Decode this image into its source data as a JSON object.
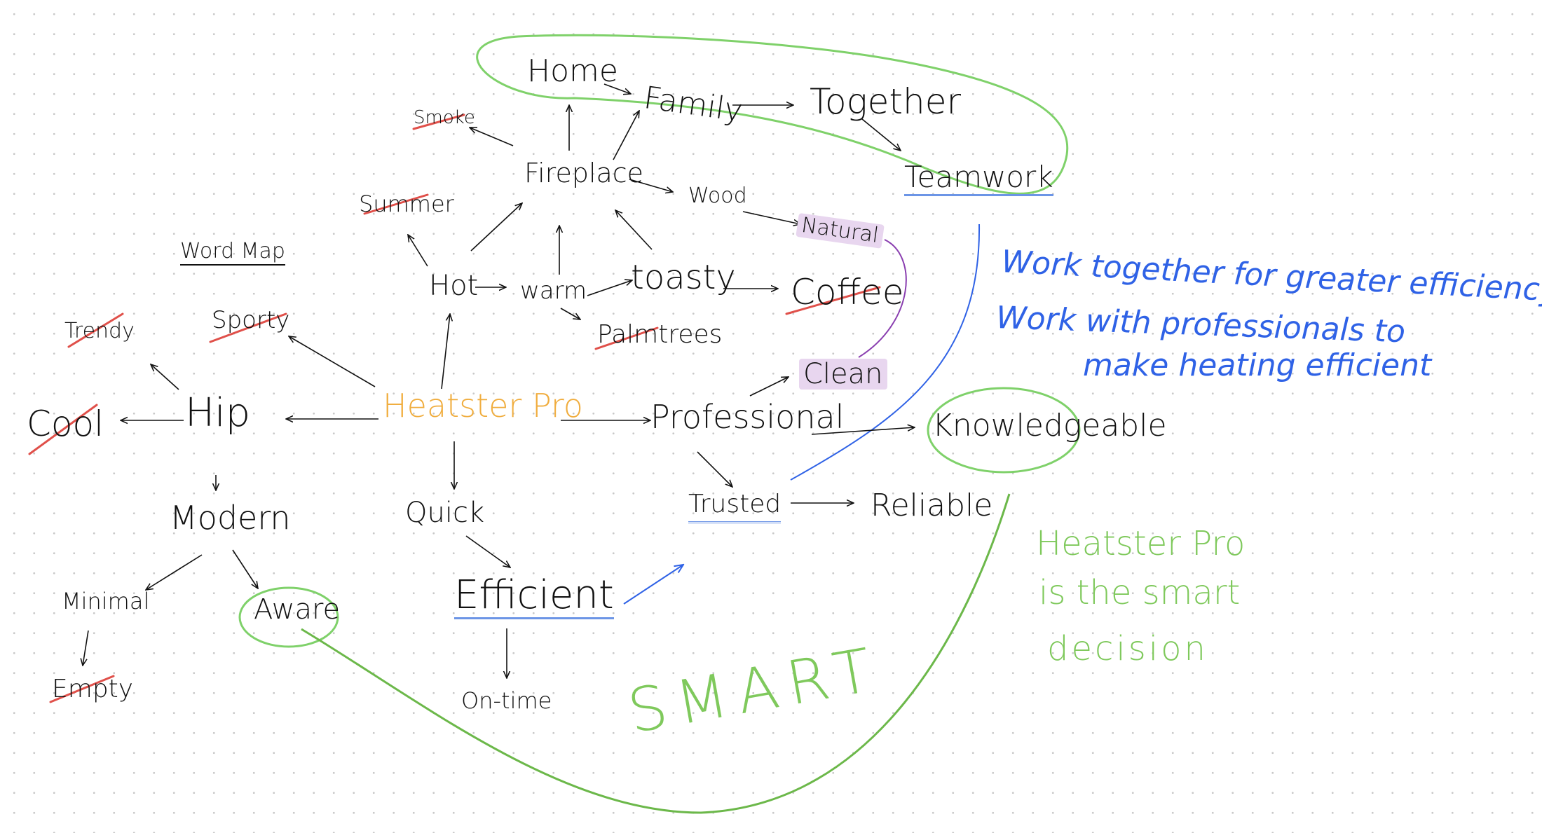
{
  "title": "Word Map",
  "center": "Heatster Pro",
  "words": {
    "home": "Home",
    "family": "Family",
    "together": "Together",
    "teamwork": "Teamwork",
    "smoke": "Smoke",
    "fireplace": "Fireplace",
    "wood": "Wood",
    "natural": "Natural",
    "summer": "Summer",
    "hot": "Hot",
    "warm": "warm",
    "toasty": "toasty",
    "coffee": "Coffee",
    "palmtrees": "Palmtrees",
    "trendy": "Trendy",
    "sporty": "Sporty",
    "hip": "Hip",
    "cool": "Cool",
    "professional": "Professional",
    "clean": "Clean",
    "knowledgeable": "Knowledgeable",
    "trusted": "Trusted",
    "reliable": "Reliable",
    "modern": "Modern",
    "quick": "Quick",
    "efficient": "Efficient",
    "minimal": "Minimal",
    "aware": "Aware",
    "empty": "Empty",
    "on_time": "On-time",
    "smart": "SMART"
  },
  "notes": {
    "blue_1": "Work together for greater efficiency",
    "blue_2": "Work with professionals to",
    "blue_3": "make heating efficient",
    "green_1": "Heatster Pro",
    "green_2": "is the smart",
    "green_3": "decision"
  },
  "colors": {
    "ink": "#111111",
    "strike": "#e0504a",
    "highlight": "#e8d6ef",
    "underline_blue": "#6c95e6",
    "note_blue": "#2f62e6",
    "note_green": "#7fc95c",
    "center_orange": "#f0ad3e",
    "connector_purple": "#8a3fb0"
  }
}
